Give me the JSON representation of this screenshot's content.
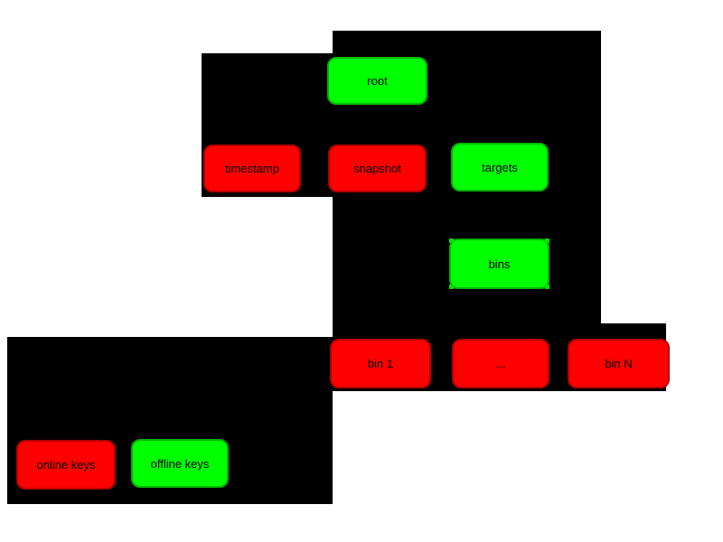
{
  "diagram": {
    "palette": {
      "node_green_fill": "#00ff00",
      "node_green_border": "#00b400",
      "node_red_fill": "#ff0000",
      "node_red_border": "#b40000",
      "region_background": "#000000",
      "canvas_background": "#ffffff",
      "node_text": "#000000"
    },
    "nodes": [
      {
        "id": "root",
        "label": "root",
        "color": "green",
        "selected": false
      },
      {
        "id": "timestamp",
        "label": "timestamp",
        "color": "red",
        "selected": false
      },
      {
        "id": "snapshot",
        "label": "snapshot",
        "color": "red",
        "selected": false
      },
      {
        "id": "targets",
        "label": "targets",
        "color": "green",
        "selected": false
      },
      {
        "id": "bins",
        "label": "bins",
        "color": "green",
        "selected": true
      },
      {
        "id": "bin-1",
        "label": "bin 1",
        "color": "red",
        "selected": false
      },
      {
        "id": "bin-ellipsis",
        "label": "...",
        "color": "red",
        "selected": false
      },
      {
        "id": "bin-n",
        "label": "bin N",
        "color": "red",
        "selected": false
      },
      {
        "id": "online-keys",
        "label": "online keys",
        "color": "red",
        "selected": false
      },
      {
        "id": "offline-keys",
        "label": "offline keys",
        "color": "green",
        "selected": false
      }
    ]
  }
}
